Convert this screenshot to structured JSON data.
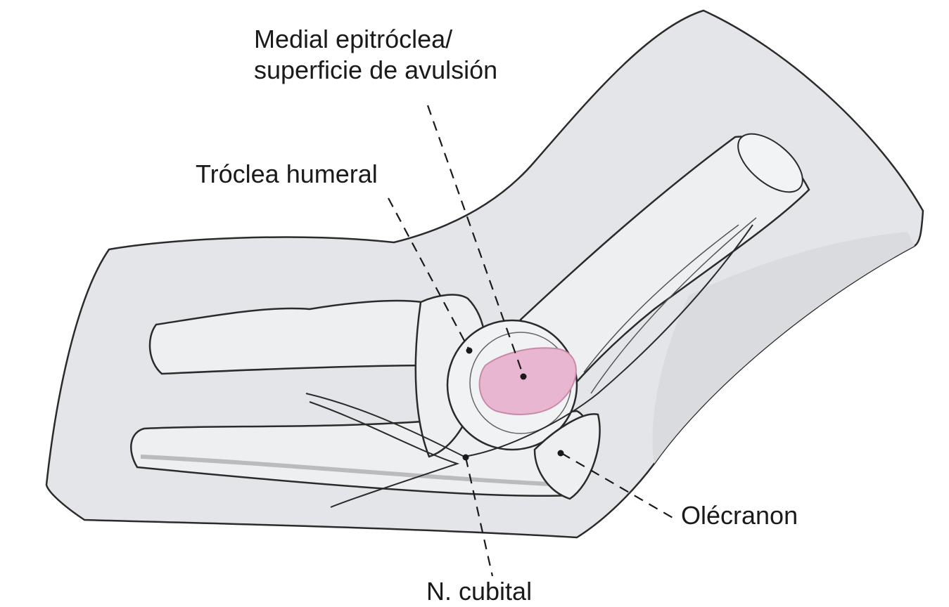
{
  "labels": {
    "epitroclea_line1": "Medial epitróclea/",
    "epitroclea_line2": "superficie de avulsión",
    "troclea": "Tróclea humeral",
    "olecranon": "Olécranon",
    "cubital": "N. cubital"
  },
  "colors": {
    "skin": "#e4e5e8",
    "bone": "#eeeff1",
    "outline": "#2b2b2b",
    "avulsion": "#e8b6d0"
  }
}
